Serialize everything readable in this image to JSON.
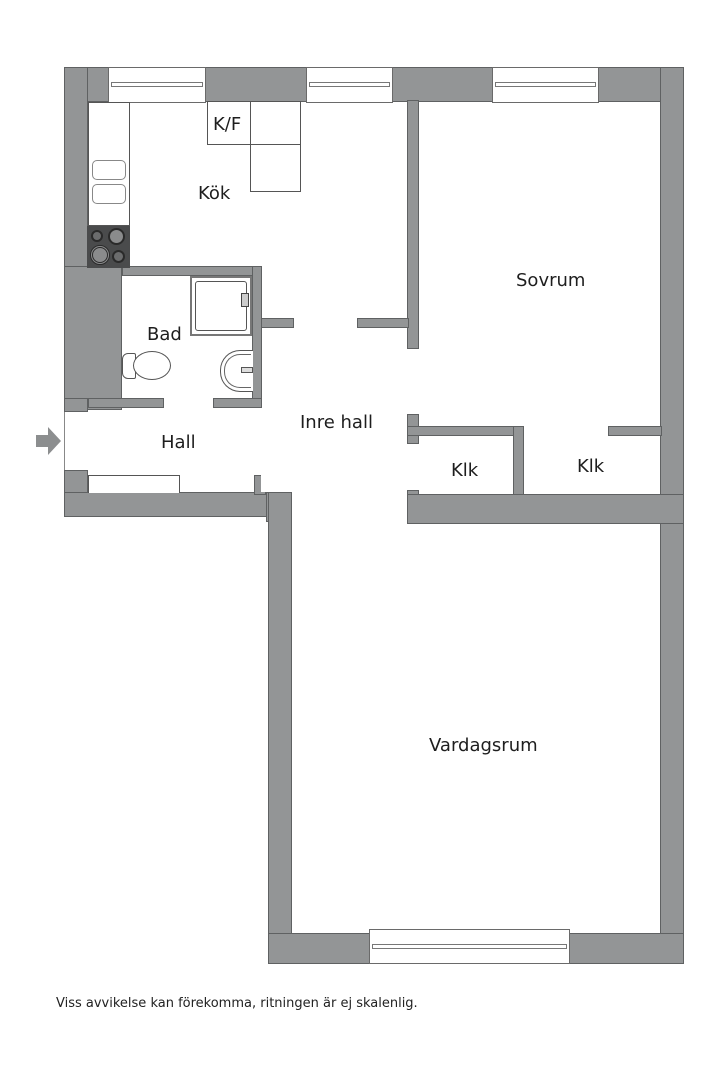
{
  "plan": {
    "rooms": [
      {
        "id": "kok",
        "label": "Kök"
      },
      {
        "id": "kf",
        "label": "K/F"
      },
      {
        "id": "bad",
        "label": "Bad"
      },
      {
        "id": "hall",
        "label": "Hall"
      },
      {
        "id": "inre_hall",
        "label": "Inre hall"
      },
      {
        "id": "sovrum",
        "label": "Sovrum"
      },
      {
        "id": "klk1",
        "label": "Klk"
      },
      {
        "id": "klk2",
        "label": "Klk"
      },
      {
        "id": "vardagsrum",
        "label": "Vardagsrum"
      }
    ],
    "entrance_icon": "arrow-right-icon",
    "colors": {
      "wall": "#939596",
      "wall_edge": "#5f6162",
      "floor": "#ffffff",
      "stove": "#4a4b4c"
    }
  },
  "footer": {
    "note": "Viss avvikelse kan förekomma, ritningen är ej skalenlig."
  }
}
